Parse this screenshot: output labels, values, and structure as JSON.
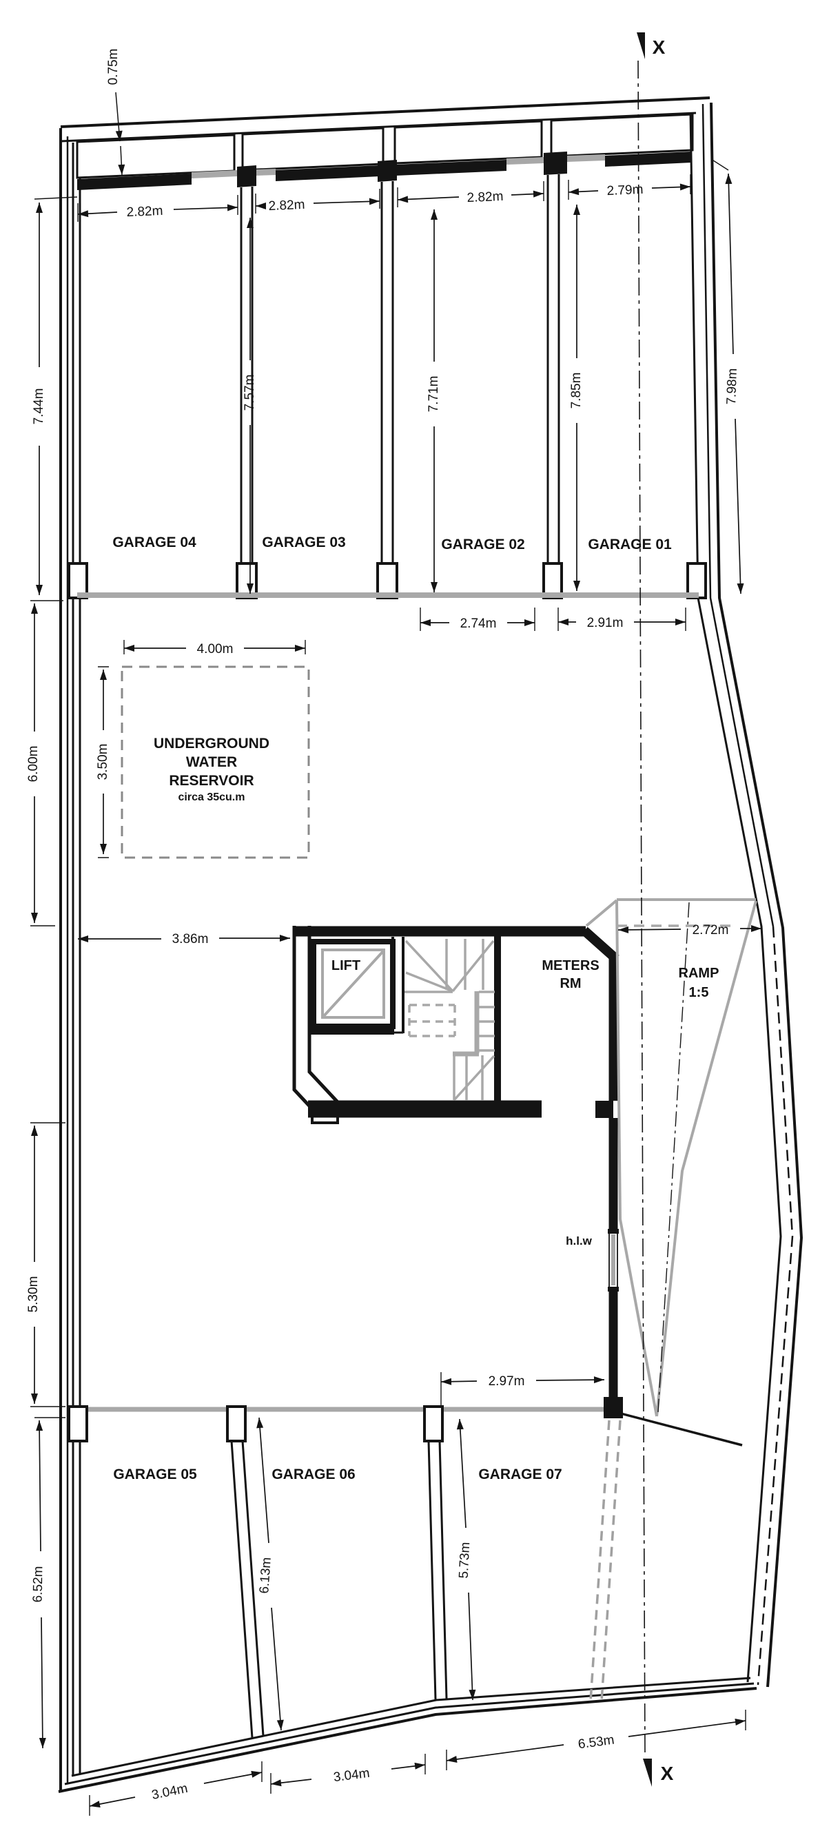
{
  "markers": {
    "top": "X",
    "bottom": "X"
  },
  "top_row": {
    "lightwell_depth": "0.75m",
    "right_side_depth": "7.98m",
    "garages": [
      {
        "name": "GARAGE 04",
        "width": "2.82m",
        "depth": "7.44m"
      },
      {
        "name": "GARAGE 03",
        "width": "2.82m",
        "depth": "7.57m"
      },
      {
        "name": "GARAGE 02",
        "width": "2.82m",
        "depth": "7.71m",
        "bottom_width": "2.74m"
      },
      {
        "name": "GARAGE 01",
        "width": "2.79m",
        "depth": "7.85m",
        "bottom_width": "2.91m"
      }
    ]
  },
  "reservoir": {
    "line1": "UNDERGROUND",
    "line2": "WATER",
    "line3": "RESERVOIR",
    "note": "circa 35cu.m",
    "width": "4.00m",
    "height": "3.50m"
  },
  "mid": {
    "left_depth": "6.00m",
    "core_offset": "3.86m",
    "ramp_width": "2.72m",
    "left_lower_depth": "5.30m",
    "high_level_window": "h.l.w",
    "garage07_top_width": "2.97m"
  },
  "core": {
    "lift": "LIFT",
    "meters_line1": "METERS",
    "meters_line2": "RM",
    "ramp_line1": "RAMP",
    "ramp_line2": "1:5"
  },
  "bottom_row": {
    "garages": [
      {
        "name": "GARAGE 05",
        "depth": "6.52m",
        "bottom_width": "3.04m"
      },
      {
        "name": "GARAGE 06",
        "depth": "6.13m",
        "bottom_width": "3.04m"
      },
      {
        "name": "GARAGE 07",
        "depth": "5.73m"
      }
    ],
    "bottom_right_width": "6.53m"
  },
  "colors": {
    "line": "#141414",
    "door_gray": "#a8a8a8",
    "hatch_gray": "#c6c6c6",
    "reservoir_dash": "#8a8a8a",
    "background": "#ffffff"
  }
}
